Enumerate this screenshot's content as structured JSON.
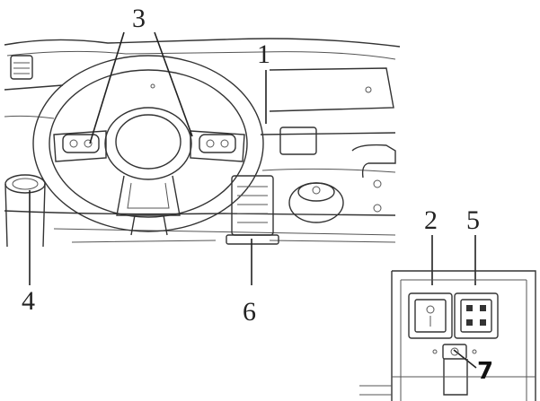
{
  "callouts": {
    "steering_controls": "3",
    "dashboard": "1",
    "cup_holder": "4",
    "pedal": "6",
    "power_switch": "2",
    "control_switch": "5",
    "charging_port": "7"
  }
}
